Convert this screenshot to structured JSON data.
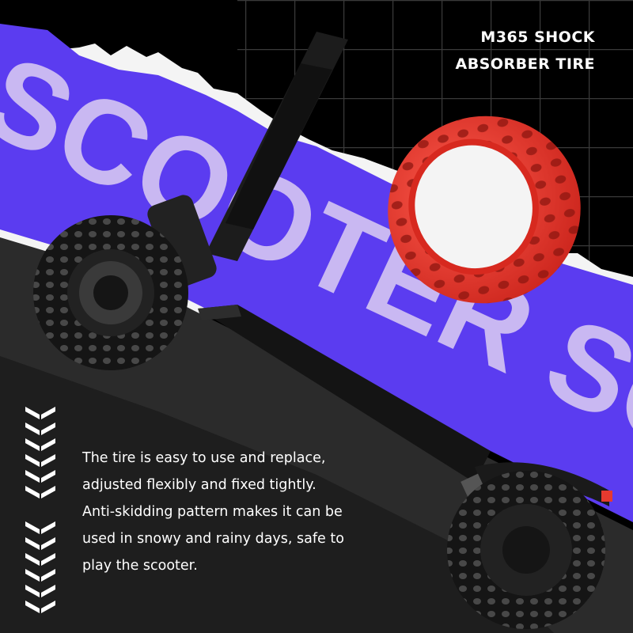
{
  "header": {
    "title_line1": "M365 SHOCK",
    "title_line2": "ABSORBER TIRE"
  },
  "background_text": "SCOOTER SOLID",
  "description": {
    "lines": [
      "The tire is easy to use and replace,",
      "adjusted flexibly and fixed tightly.",
      "Anti-skidding pattern makes it can be",
      "used in snowy and rainy days, safe to",
      "play the scooter."
    ]
  },
  "colors": {
    "purple": "#5b3cf0",
    "lavender": "#c9b8f2",
    "tire_red": "#e53a2f",
    "black": "#000000",
    "floor": "#2a2a2a"
  },
  "icons": [
    "tread-pattern-icon",
    "tread-pattern-icon"
  ]
}
